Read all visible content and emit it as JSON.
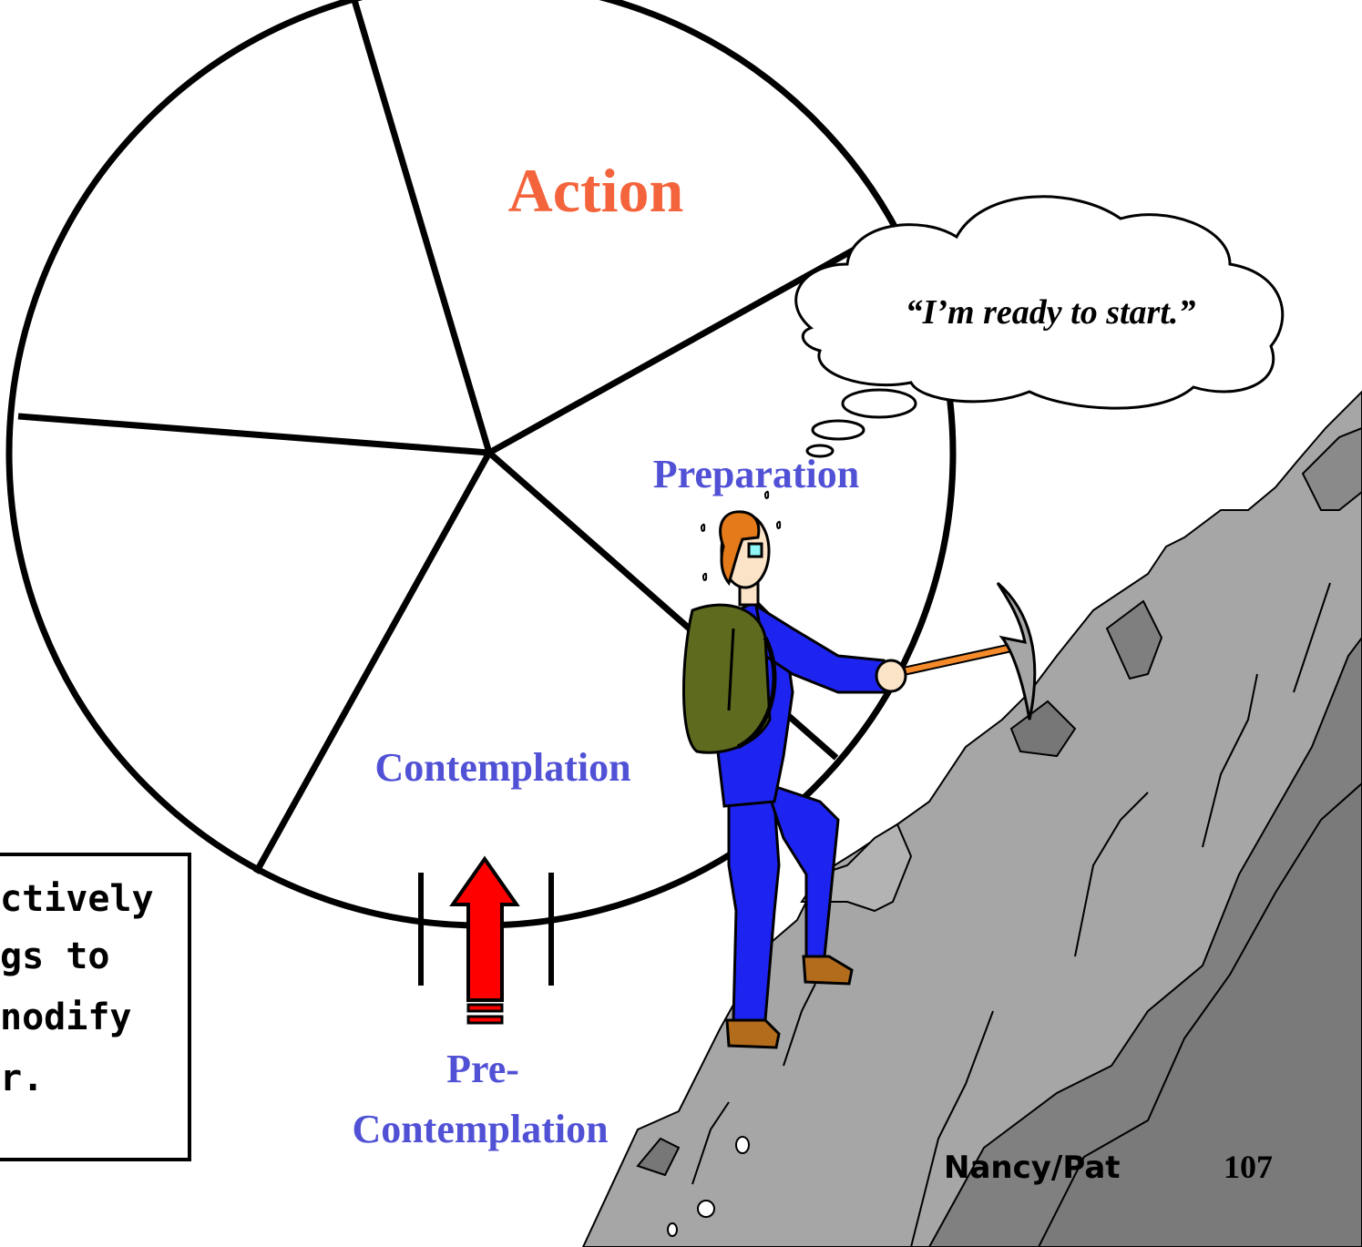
{
  "wheel": {
    "stages": {
      "action": "Action",
      "preparation": "Preparation",
      "contemplation": "Contemplation",
      "pre_contemplation_line1": "Pre-",
      "pre_contemplation_line2": "Contemplation"
    }
  },
  "thought_bubble": {
    "text": "“I’m ready to start.”"
  },
  "caption_box": {
    "lines": [
      "ctively",
      "gs to",
      "nodify",
      "r."
    ]
  },
  "footer": {
    "author": "Nancy/Pat",
    "page_number": "107"
  },
  "colors": {
    "action": "#f4643c",
    "stage_text": "#5151d6",
    "arrow": "#ff0000",
    "rock": "#a6a6a6",
    "rock_dark": "#7f7f7f",
    "suit": "#1e24f0",
    "backpack": "#5e6a1e",
    "hair": "#e57a1a",
    "pick_handle": "#f58a2a"
  }
}
